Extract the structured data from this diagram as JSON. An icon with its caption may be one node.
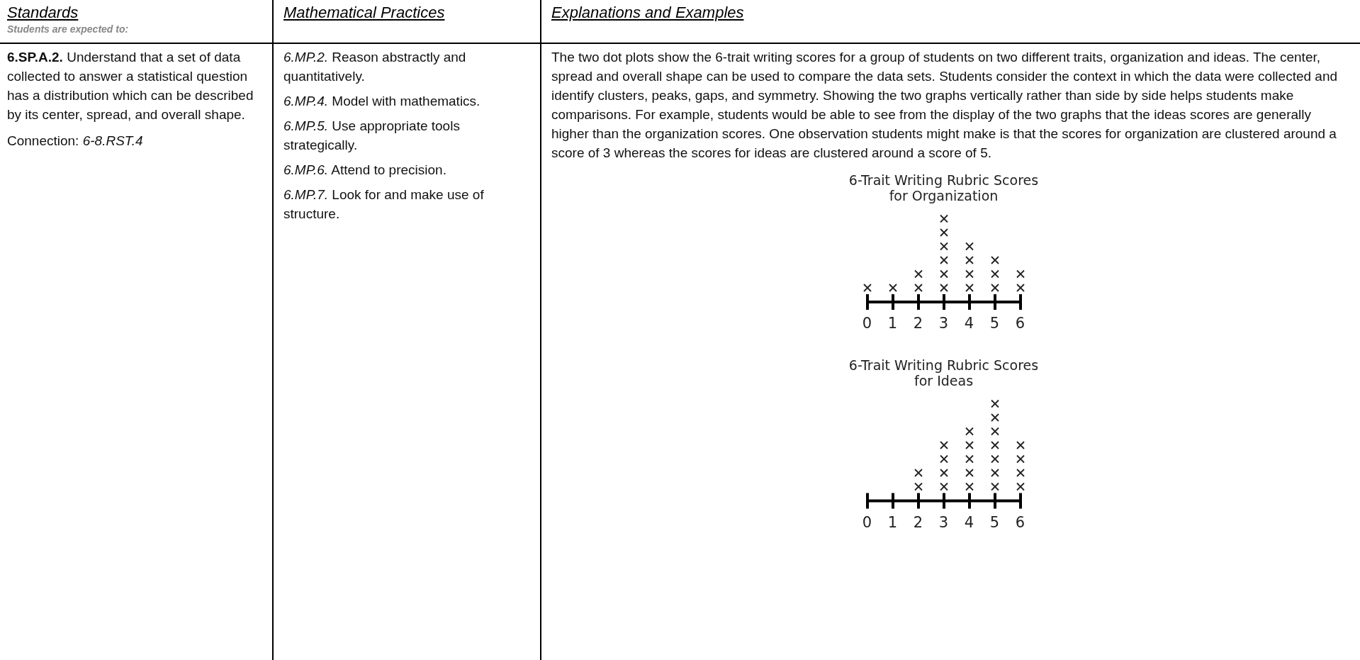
{
  "diagram": {
    "labels": [
      "Standards",
      "Students are expected to:",
      "Mathematical Practices",
      "Explanations and Examples",
      "**6.SP.A.2.** Understand that a set of data collected to answer a statistical question has a distribution which can be described by its center, spread, and overall shape.",
      "Connection: *6-8.RST.4*",
      "*6.MP.2.* Reason abstractly and quantitatively.",
      "*6.MP.4.* Model with mathematics.",
      "*6.MP.5.* Use appropriate tools strategically.",
      "*6.MP.6.* Attend to precision.",
      "*6.MP.7.* Look for and make use of structure.",
      "The two dot plots show the 6-trait writing scores for a group of students on two different traits, organization and ideas. The center, spread and overall shape can be used to compare the data sets. Students consider the context in which the data were collected and identify clusters, peaks, gaps, and symmetry. Showing the two graphs vertically rather than side by side helps students make comparisons. For example, students would be able to see from the display of the two graphs that the ideas scores are generally higher than the organization scores. One observation students might make is that the scores for organization are clustered around a score of 3 whereas the scores for ideas are clustered around a score of 5.",
      "6-Trait Writing Rubric Scores for Organization",
      "0",
      "1",
      "2",
      "3",
      "4",
      "5",
      "6",
      "6-Trait Writing Rubric Scores for Ideas",
      "0",
      "1",
      "2",
      "3",
      "4",
      "5",
      "6"
    ]
  }
}
